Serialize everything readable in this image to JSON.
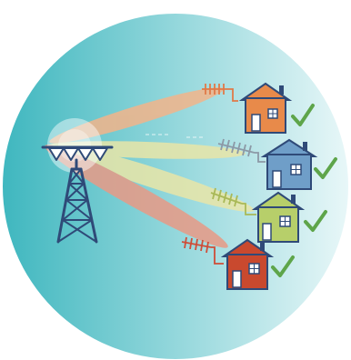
{
  "colors": {
    "circle_left": "#3fb7bf",
    "circle_right": "#e8f7f8",
    "beam_orange": "#f2b48a",
    "beam_yellow": "#e9e6a8",
    "beam_red": "#e89a86",
    "tower": "#2f4a78",
    "tower_accent": "#5a7fb8",
    "house_orange": "#e88a4a",
    "house_blue": "#6f9ec8",
    "house_green": "#b7cf6a",
    "house_red": "#c9492e",
    "check": "#5ea54a",
    "antenna_orange": "#e07a48",
    "antenna_gray": "#8c99a6",
    "antenna_green": "#a9b957",
    "antenna_red": "#cf4d38"
  },
  "houses": [
    {
      "name": "house-orange",
      "color_key": "house_orange",
      "antenna_key": "antenna_orange",
      "beam_key": "beam_orange",
      "connected": true
    },
    {
      "name": "house-blue",
      "color_key": "house_blue",
      "antenna_key": "antenna_gray",
      "beam_key": "beam_yellow",
      "connected": true
    },
    {
      "name": "house-green",
      "color_key": "house_green",
      "antenna_key": "antenna_green",
      "beam_key": "beam_yellow",
      "connected": true
    },
    {
      "name": "house-red",
      "color_key": "house_red",
      "antenna_key": "antenna_red",
      "beam_key": "beam_red",
      "connected": true
    }
  ],
  "icons": {
    "tower": "cell-tower-icon",
    "check": "checkmark-icon",
    "house": "house-icon",
    "antenna": "yagi-antenna-icon"
  }
}
